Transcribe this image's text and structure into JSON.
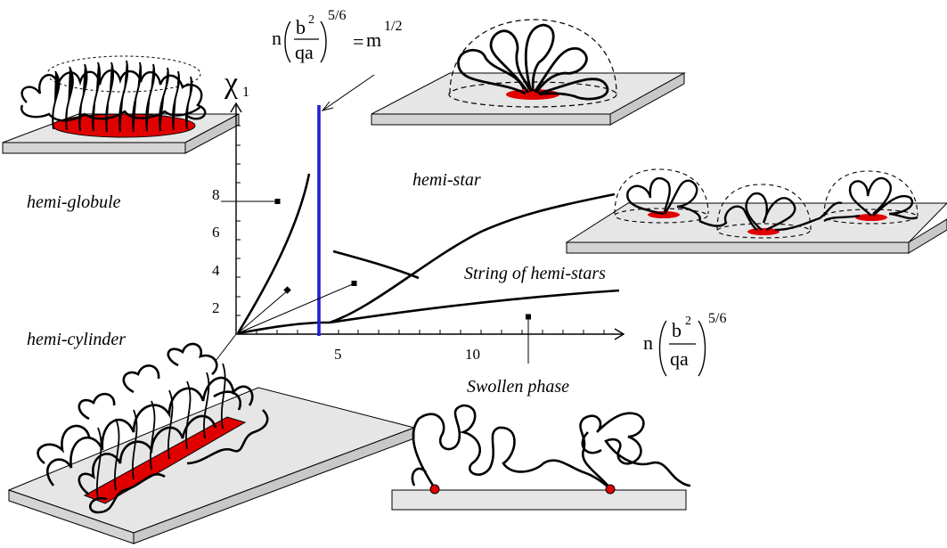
{
  "axes": {
    "y_label_main": "χ",
    "y_label_sub": "1",
    "x_ticks": [
      "5",
      "10"
    ],
    "y_ticks": [
      "2",
      "4",
      "6",
      "8"
    ],
    "x_label": {
      "n": "n",
      "num": "b",
      "num_exp": "2",
      "den": "qa",
      "exp": "5/6"
    }
  },
  "top_formula": {
    "n": "n",
    "num": "b",
    "num_exp": "2",
    "den": "qa",
    "exp": "5/6",
    "eq": "=",
    "m": "m",
    "m_exp": "1/2"
  },
  "regions": {
    "hemi_globule": "hemi-globule",
    "hemi_star": "hemi-star",
    "string_of_hemi_stars": "String of hemi-stars",
    "hemi_cylinder": "hemi-cylinder",
    "swollen_phase": "Swollen phase"
  },
  "colors": {
    "boundary_line": "#1f1fd6",
    "grafting_spot": "#e00000",
    "curve": "#000000",
    "plate": "#e6e6e6"
  }
}
